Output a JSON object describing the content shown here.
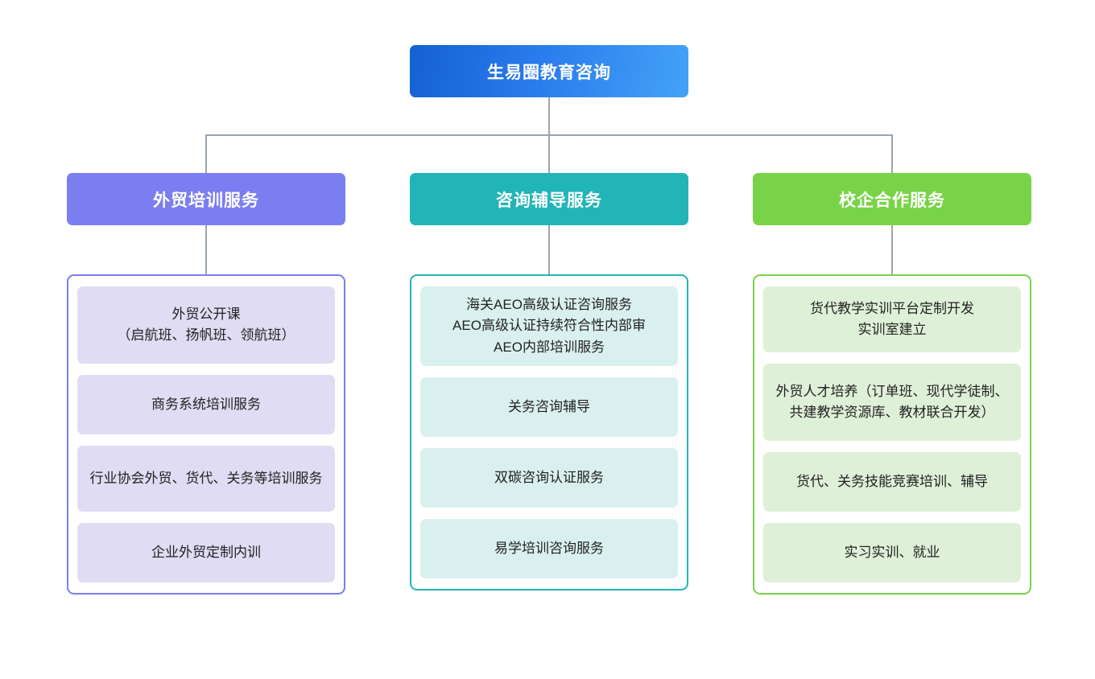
{
  "diagram": {
    "type": "organizational-hierarchy",
    "root": {
      "label": "生易圈教育咨询",
      "color": "#2a7bec"
    },
    "branches": [
      {
        "label": "外贸培训服务",
        "color": "#7b7ef0",
        "leaf_color": "#e0dcf4",
        "items": [
          "外贸公开课\n（启航班、扬帆班、领航班）",
          "商务系统培训服务",
          "行业协会外贸、货代、关务等培训服务",
          "企业外贸定制内训"
        ]
      },
      {
        "label": "咨询辅导服务",
        "color": "#21b5b7",
        "leaf_color": "#daf0ef",
        "items": [
          "海关AEO高级认证咨询服务\nAEO高级认证持续符合性内部审\nAEO内部培训服务",
          "关务咨询辅导",
          "双碳咨询认证服务",
          "易学培训咨询服务"
        ]
      },
      {
        "label": "校企合作服务",
        "color": "#79d348",
        "leaf_color": "#dff0d8",
        "items": [
          "货代教学实训平台定制开发\n实训室建立",
          "外贸人才培养（订单班、现代学徒制、共建教学资源库、教材联合开发）",
          "货代、关务技能竞赛培训、辅导",
          "实习实训、就业"
        ]
      }
    ],
    "connector_color": "#9aa5b1"
  }
}
